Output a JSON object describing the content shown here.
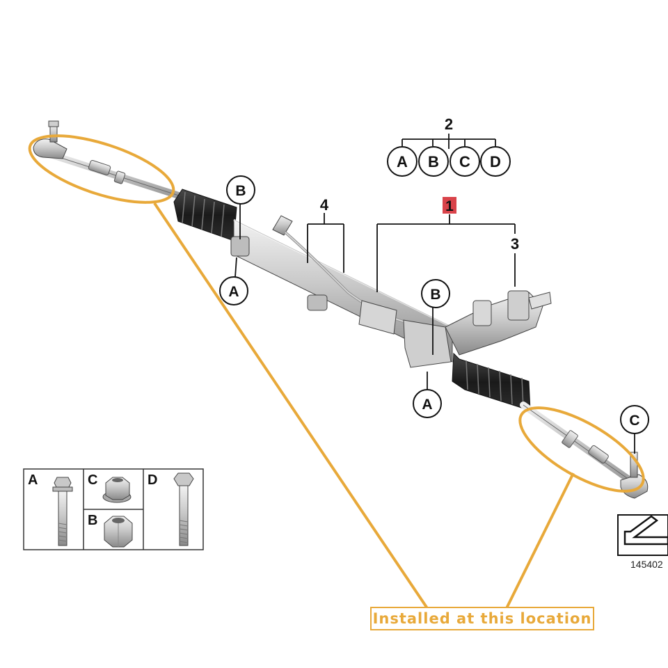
{
  "callouts": {
    "part_1": "1",
    "part_2": "2",
    "part_3": "3",
    "part_4": "4",
    "kit_a": "A",
    "kit_b": "B",
    "kit_c": "C",
    "kit_d": "D",
    "rack_b_left": "B",
    "rack_a_left": "A",
    "rack_b_right": "B",
    "rack_a_right": "A",
    "tie_rod_c": "C"
  },
  "hardware_table": {
    "cell_a": "A",
    "cell_c": "C",
    "cell_b": "B",
    "cell_d": "D"
  },
  "installed_label": "Installed at this location",
  "diagram_id": "145402",
  "colors": {
    "highlight": "#e8a93a",
    "part_1_badge": "#d9434a",
    "line": "#111111"
  }
}
